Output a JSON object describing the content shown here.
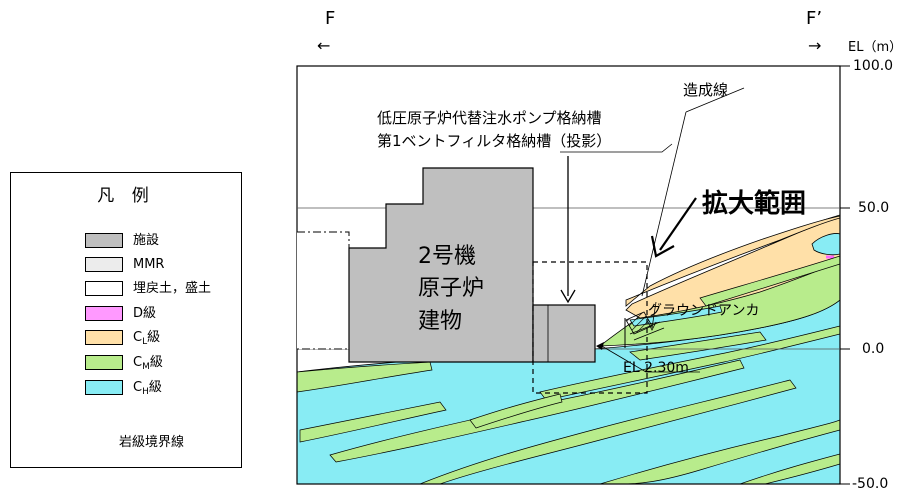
{
  "section": {
    "left_label": "F",
    "right_label": "F’",
    "left_arrow": "←",
    "right_arrow": "→"
  },
  "axis": {
    "unit_label": "EL（m）",
    "ticks": [
      "100.0",
      "50.0",
      "0.0",
      "-50.0"
    ]
  },
  "annotations": {
    "structure_line1": "低圧原子炉代替注水ポンプ格納槽",
    "structure_line2": "第1ベントフィルタ格納槽（投影）",
    "grading_line": "造成線",
    "expanded_range": "拡大範囲",
    "building_line1": "2号機",
    "building_line2": "原子炉",
    "building_line3": "建物",
    "ground_anchor": "グラウンドアンカ",
    "elevation": "EL 2.30m"
  },
  "legend": {
    "title": "凡 例",
    "items": [
      {
        "label": "施設",
        "color": "#bfbfbf"
      },
      {
        "label": "MMR",
        "color": "#ececec"
      },
      {
        "label": "埋戻土，盛土",
        "color": "#ffffff"
      },
      {
        "label": "D級",
        "color": "#ff99ff"
      },
      {
        "main": "C",
        "sub": "L",
        "suffix": "級",
        "color": "#ffe0a8"
      },
      {
        "main": "C",
        "sub": "M",
        "suffix": "級",
        "color": "#b8ec8c"
      },
      {
        "main": "C",
        "sub": "H",
        "suffix": "級",
        "color": "#88ecf4"
      }
    ],
    "boundary_label": "岩級境界線"
  }
}
